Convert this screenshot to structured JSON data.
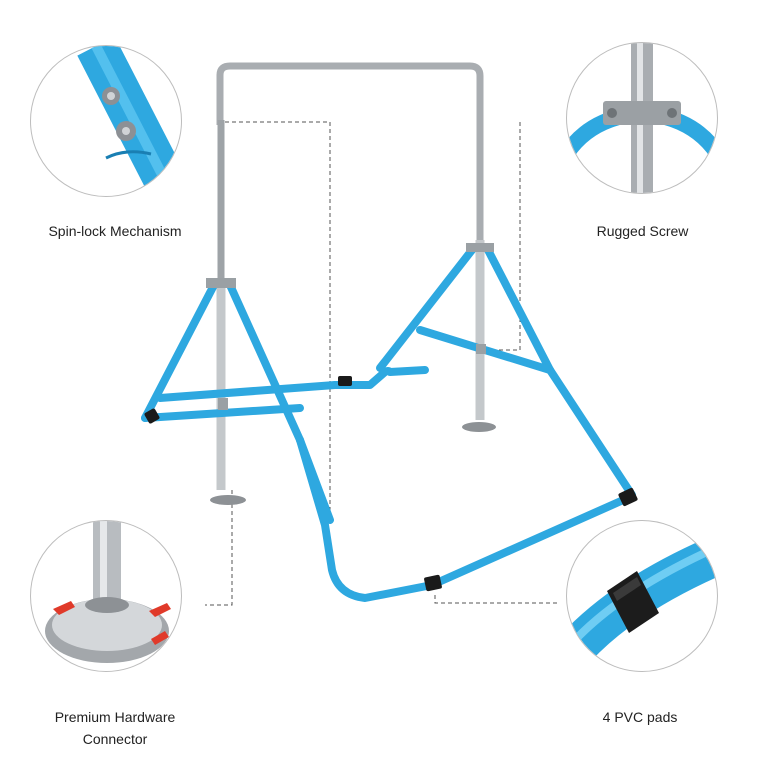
{
  "callouts": {
    "spin_lock": {
      "label": "Spin-lock Mechanism",
      "icon": "spin-lock-closeup"
    },
    "rugged_screw": {
      "label": "Rugged Screw",
      "icon": "rugged-screw-closeup"
    },
    "hardware_connector": {
      "label_line1": "Premium Hardware",
      "label_line2": "Connector",
      "icon": "hardware-connector-closeup"
    },
    "pvc_pads": {
      "label": "4 PVC pads",
      "icon": "pvc-pad-closeup"
    }
  },
  "colors": {
    "frame_blue": "#2ea8e0",
    "frame_blue_dark": "#1a7fb3",
    "steel": "#b8bcc0",
    "steel_dark": "#6e7377",
    "pad_black": "#1a1a1a",
    "accent_red": "#e03a2a"
  }
}
